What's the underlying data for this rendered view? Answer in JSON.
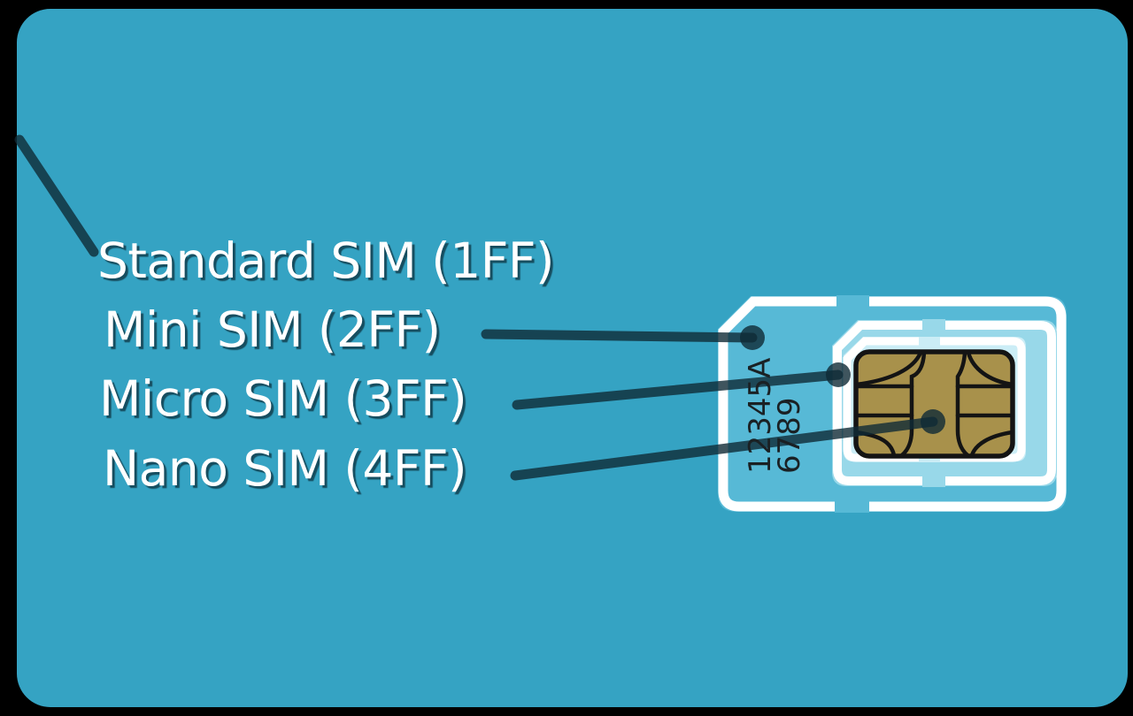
{
  "diagram": {
    "labels": {
      "standard": "Standard SIM (1FF)",
      "mini": "Mini SIM (2FF)",
      "micro": "Micro SIM (3FF)",
      "nano": "Nano SIM (4FF)"
    },
    "serial": {
      "line1": "12345A",
      "line2": "6789"
    },
    "colors": {
      "background": "#000000",
      "card": "#35a3c3",
      "mini_sim": "#57b9d6",
      "micro_sim": "#98d8e9",
      "nano_sim": "#cbedf6",
      "chip_gold": "#a8914b",
      "chip_line": "#141414",
      "outline_white": "#ffffff",
      "connector": "rgba(15,42,54,0.8)",
      "label_text": "#ffffff",
      "label_shadow": "rgba(16,62,78,0.85)",
      "serial_text": "#1a2124"
    }
  }
}
